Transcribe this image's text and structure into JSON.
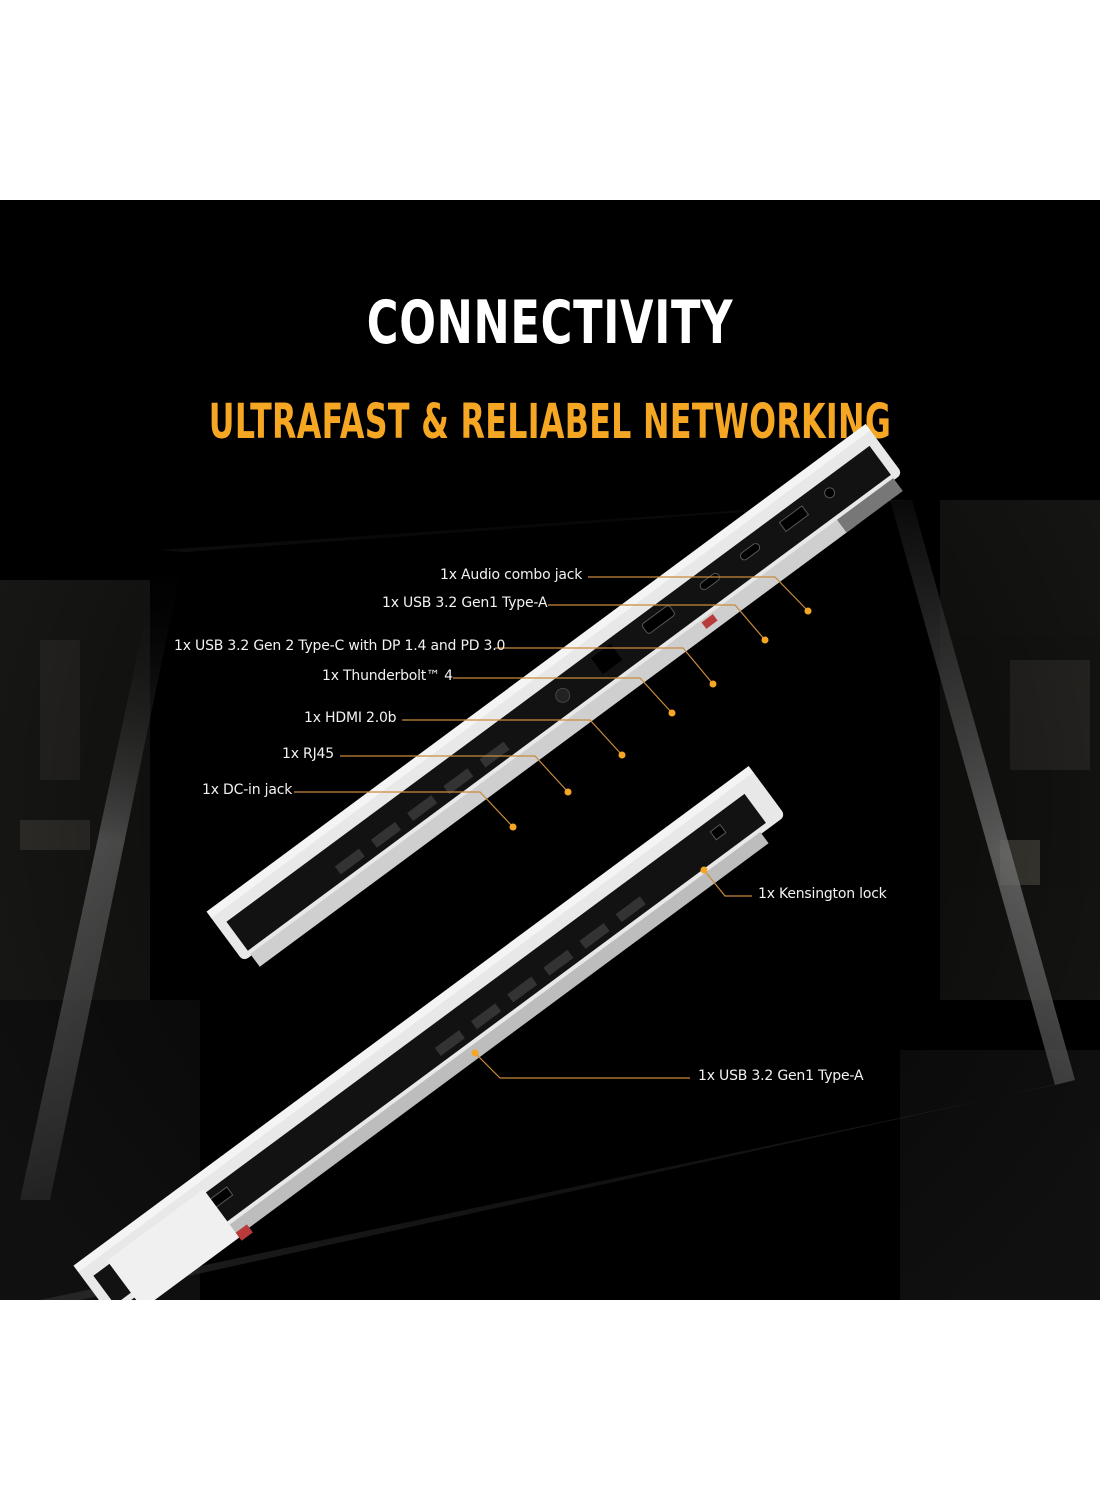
{
  "header": {
    "title": "CONNECTIVITY",
    "subtitle": "ULTRAFAST & RELIABEL NETWORKING"
  },
  "colors": {
    "background": "#000000",
    "title": "#ffffff",
    "subtitle": "#f5a623",
    "leader_line": "#c98a3c",
    "port_dot": "#f5a623",
    "label_text": "#f2f2f2"
  },
  "ports": {
    "left_side": [
      {
        "label": "1x Audio combo jack"
      },
      {
        "label": "1x USB 3.2 Gen1 Type-A"
      },
      {
        "label": "1x USB 3.2 Gen 2 Type-C with DP 1.4 and PD 3.0"
      },
      {
        "label": "1x Thunderbolt™ 4"
      },
      {
        "label": "1x HDMI 2.0b"
      },
      {
        "label": "1x RJ45"
      },
      {
        "label": "1x DC-in jack"
      }
    ],
    "right_side": [
      {
        "label": "1x Kensington lock"
      },
      {
        "label": "1x USB 3.2 Gen1 Type-A"
      }
    ]
  }
}
